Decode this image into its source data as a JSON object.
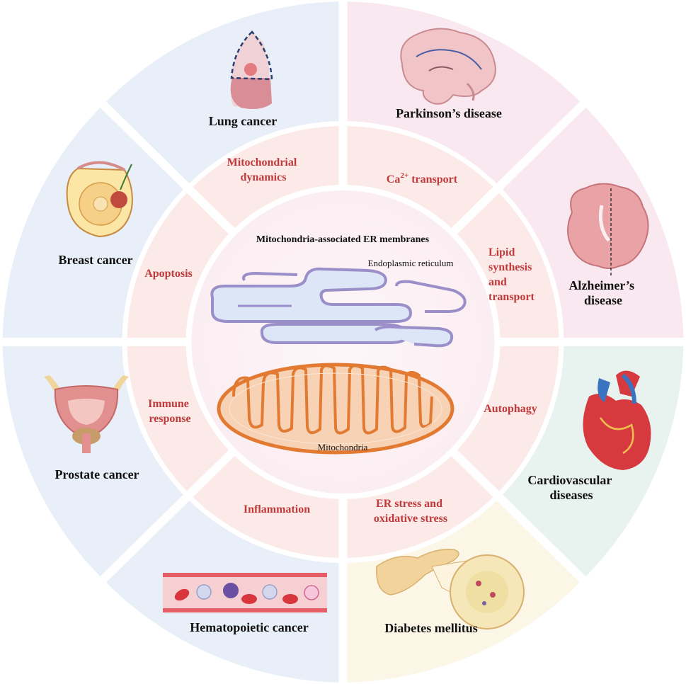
{
  "center": {
    "title": "Mitochondria-associated ER membranes",
    "er_label": "Endoplasmic reticulum",
    "mito_label": "Mitochondria"
  },
  "inner_ring": {
    "mito_dynamics": [
      "Mitochondrial",
      "dynamics"
    ],
    "ca_transport": {
      "main": "Ca",
      "sup": "2+",
      "rest": " transport"
    },
    "lipid": [
      "Lipid",
      "synthesis",
      "and",
      "transport"
    ],
    "autophagy": "Autophagy",
    "er_stress": [
      "ER stress and",
      "oxidative stress"
    ],
    "inflammation": "Inflammation",
    "immune": [
      "Immune",
      "response"
    ],
    "apoptosis": "Apoptosis"
  },
  "outer_ring": {
    "lung": "Lung cancer",
    "parkinsons": "Parkinson’s disease",
    "alzheimers": [
      "Alzheimer’s",
      "disease"
    ],
    "cardio": [
      "Cardiovascular",
      "diseases"
    ],
    "diabetes": "Diabetes mellitus",
    "hemato": "Hematopoietic cancer",
    "prostate": "Prostate cancer",
    "breast": "Breast cancer"
  },
  "colors": {
    "cancer_blue": "#e9eff8",
    "neuro_pink": "#f9e6ee",
    "cardio_green": "#e8f2ee",
    "diabetes_cream": "#fbf6e6",
    "inner_pink": "#fbeae8",
    "center_pink": "#fcf3f5",
    "inner_text_red": "#c0393b",
    "mito_orange": "#e27a32",
    "er_blue": "#dde6f6",
    "er_stroke": "#9a8fc9"
  }
}
